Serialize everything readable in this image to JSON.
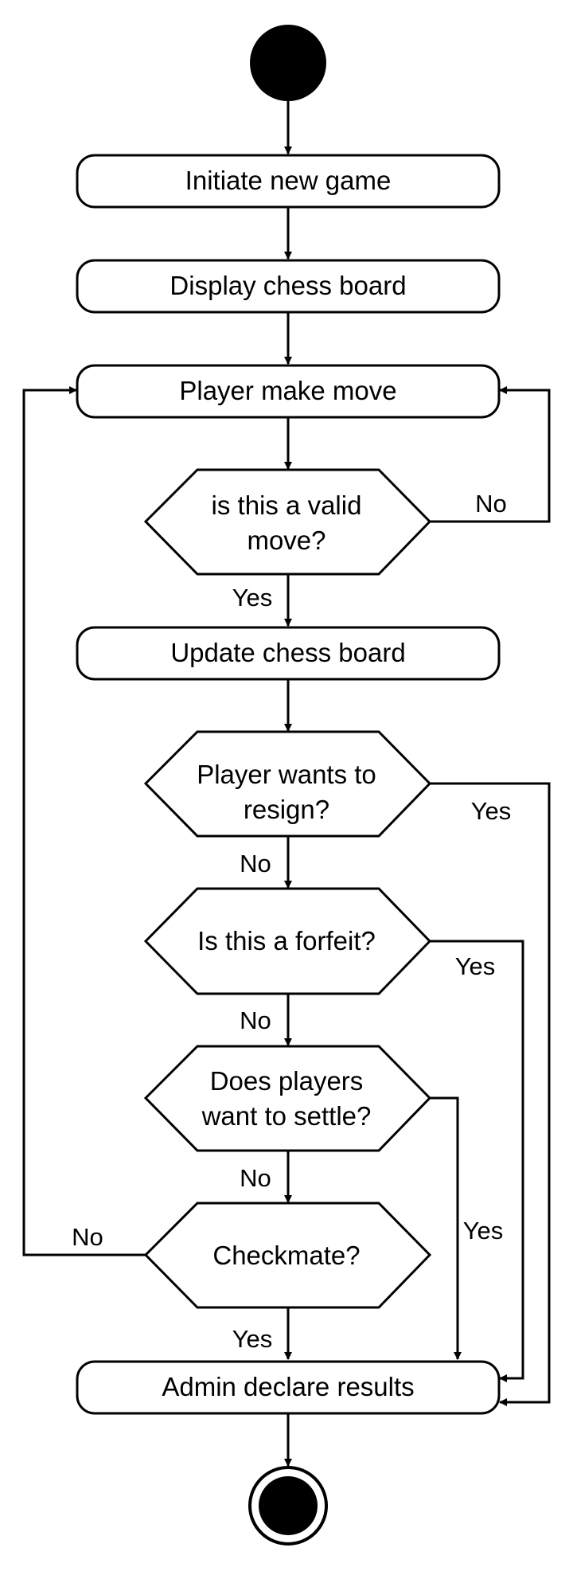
{
  "nodes": {
    "initiate_new_game": "Initiate new game",
    "display_chess_board": "Display chess board",
    "player_make_move": "Player make move",
    "valid_move_line1": "is this a valid",
    "valid_move_line2": "move?",
    "update_chess_board": "Update chess board",
    "resign_line1": "Player wants to",
    "resign_line2": "resign?",
    "forfeit": "Is this a forfeit?",
    "settle_line1": "Does players",
    "settle_line2": "want to settle?",
    "checkmate": "Checkmate?",
    "admin_declare_results": "Admin declare results"
  },
  "edge_labels": {
    "valid_move_no": "No",
    "valid_move_yes": "Yes",
    "resign_yes": "Yes",
    "resign_no": "No",
    "forfeit_yes": "Yes",
    "forfeit_no": "No",
    "settle_yes": "Yes",
    "settle_no": "No",
    "checkmate_no": "No",
    "checkmate_yes": "Yes"
  }
}
